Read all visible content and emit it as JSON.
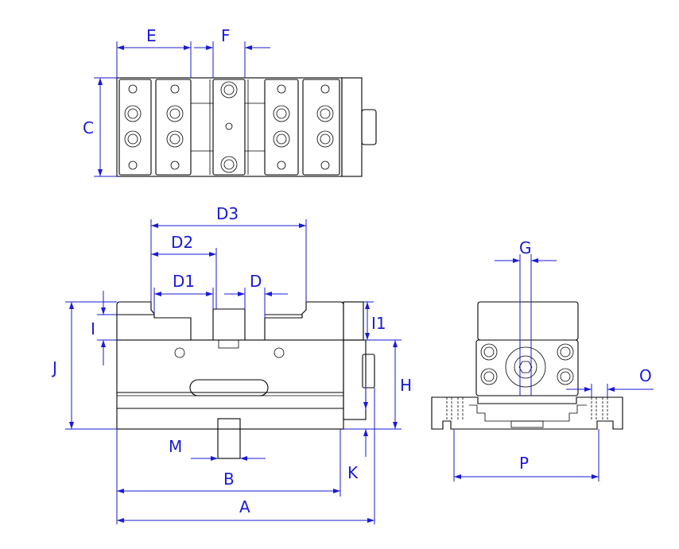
{
  "colors": {
    "part": "#000000",
    "dimension": "#1a1ad6",
    "background": "#ffffff"
  },
  "labels": {
    "E": "E",
    "F": "F",
    "C": "C",
    "D3": "D3",
    "D2": "D2",
    "D1": "D1",
    "D": "D",
    "I": "I",
    "I1": "I1",
    "J": "J",
    "H": "H",
    "M": "M",
    "B": "B",
    "K": "K",
    "A": "A",
    "G": "G",
    "O": "O",
    "P": "P"
  }
}
